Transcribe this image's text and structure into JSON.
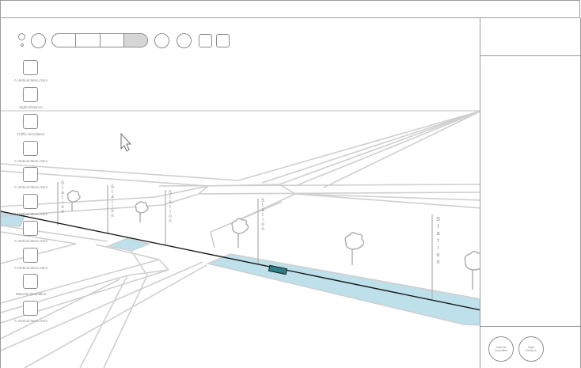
{
  "toolbar": {
    "tools": [
      {
        "name": "small-dot-icon"
      },
      {
        "name": "circle-tool-icon"
      },
      {
        "name": "circle-tool-icon"
      },
      {
        "name": "circle-tool-icon"
      },
      {
        "name": "square-tool-icon"
      },
      {
        "name": "square-tool-icon"
      }
    ],
    "segments": 4,
    "active_segment": 3
  },
  "vertical_menu": {
    "items": [
      {
        "label": "A Vertical Menu Item"
      },
      {
        "label": "Sight Distance"
      },
      {
        "label": "Traffic Simulation"
      },
      {
        "label": "A Vertical Menu Item"
      },
      {
        "label": "A Vertical Menu Item"
      },
      {
        "label": "A Vertical Menu Item"
      },
      {
        "label": "A Vertical Menu Item"
      },
      {
        "label": "A Vertical Menu Item"
      },
      {
        "label": "Material Quantities"
      },
      {
        "label": "A Vertical Menu Item"
      }
    ]
  },
  "scene": {
    "station_label": "Station",
    "colors": {
      "road_lines": "#cfcfcf",
      "rail_track": "#000000",
      "water": "#bde0ea",
      "train": "#2e7d8a",
      "border": "#9a9a9a"
    }
  },
  "bottom_panel": {
    "buttons": [
      {
        "label_line1": "Material",
        "label_line2": "Quantities"
      },
      {
        "label_line1": "Sight",
        "label_line2": "Distance"
      }
    ]
  }
}
